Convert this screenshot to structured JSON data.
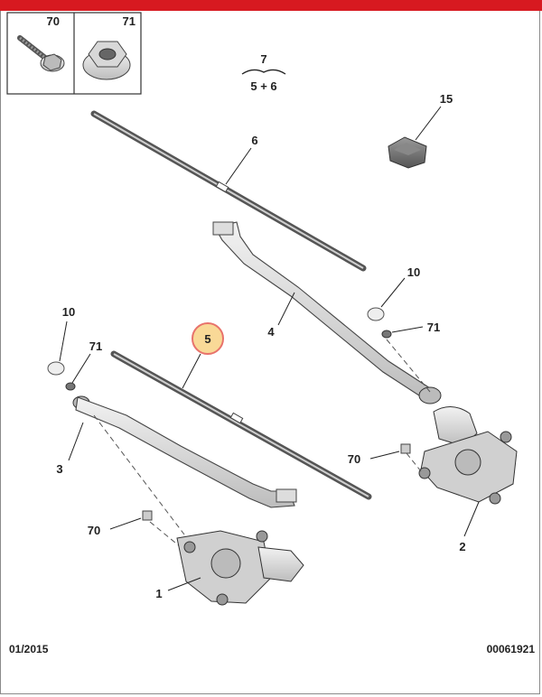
{
  "header_parts": {
    "left": "70",
    "right": "71"
  },
  "group_label": {
    "number": "7",
    "formula": "5 + 6"
  },
  "callouts": {
    "c1": "1",
    "c2": "2",
    "c3": "3",
    "c4": "4",
    "c5": "5",
    "c6": "6",
    "c10a": "10",
    "c10b": "10",
    "c15": "15",
    "c70a": "70",
    "c70b": "70",
    "c71a": "71",
    "c71b": "71"
  },
  "footer": {
    "date": "01/2015",
    "doc_number": "00061921"
  },
  "colors": {
    "brand_red": "#d71920",
    "highlight": "#f4b942",
    "highlight_ring": "#e8726b",
    "part_stroke": "#4a4a4a"
  }
}
